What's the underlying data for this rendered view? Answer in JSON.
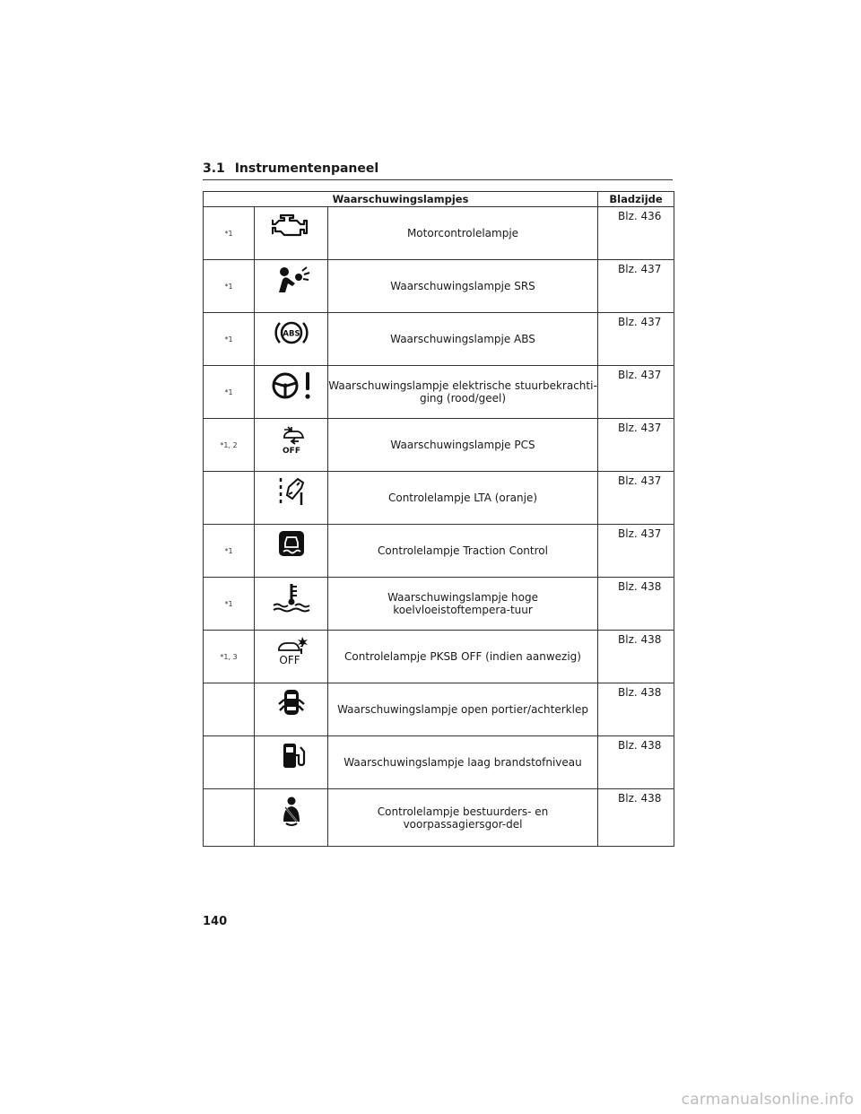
{
  "header": {
    "section_number": "3.1",
    "section_title": "Instrumentenpaneel"
  },
  "table": {
    "col_lamps": "Waarschuwingslampjes",
    "col_page": "Bladzijde",
    "rows": [
      {
        "note": "*1",
        "icon": "engine-icon",
        "desc": "Motorcontrolelampje",
        "page": "Blz. 436"
      },
      {
        "note": "*1",
        "icon": "airbag-srs-icon",
        "desc": "Waarschuwingslampje SRS",
        "page": "Blz. 437"
      },
      {
        "note": "*1",
        "icon": "abs-icon",
        "desc": "Waarschuwingslampje ABS",
        "page": "Blz. 437"
      },
      {
        "note": "*1",
        "icon": "steering-warning-icon",
        "desc": "Waarschuwingslampje elektrische stuurbekrachti-ging (rood/geel)",
        "page": "Blz. 437"
      },
      {
        "note": "*1, 2",
        "icon": "pcs-off-icon",
        "desc": "Waarschuwingslampje PCS",
        "page": "Blz. 437"
      },
      {
        "note": "",
        "icon": "lta-icon",
        "desc": "Controlelampje LTA (oranje)",
        "page": "Blz. 437"
      },
      {
        "note": "*1",
        "icon": "traction-control-icon",
        "desc": "Controlelampje Traction Control",
        "page": "Blz. 437"
      },
      {
        "note": "*1",
        "icon": "coolant-temperature-icon",
        "desc": "Waarschuwingslampje hoge koelvloeistoftempera-tuur",
        "page": "Blz. 438"
      },
      {
        "note": "*1, 3",
        "icon": "pksb-off-icon",
        "desc": "Controlelampje PKSB OFF (indien aanwezig)",
        "page": "Blz. 438"
      },
      {
        "note": "",
        "icon": "open-door-icon",
        "desc": "Waarschuwingslampje open portier/achterklep",
        "page": "Blz. 438"
      },
      {
        "note": "",
        "icon": "low-fuel-icon",
        "desc": "Waarschuwingslampje laag brandstofniveau",
        "page": "Blz. 438"
      },
      {
        "note": "",
        "icon": "seatbelt-icon",
        "desc": "Controlelampje bestuurders- en voorpassagiersgor-del",
        "page": "Blz. 438"
      }
    ]
  },
  "icon_text": {
    "off_label": "OFF",
    "abs_label": "ABS"
  },
  "footer": {
    "page_number": "140",
    "watermark": "carmanualsonline.info"
  }
}
